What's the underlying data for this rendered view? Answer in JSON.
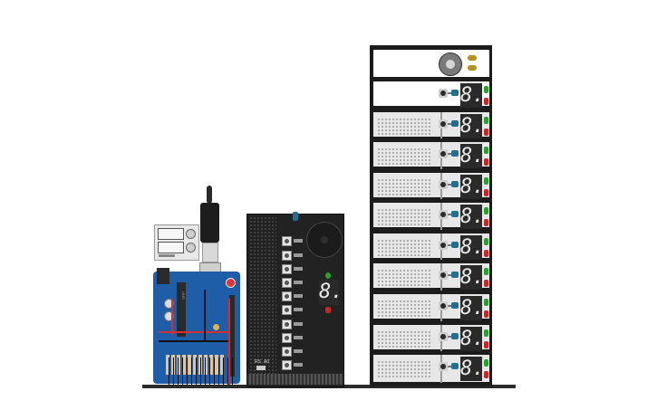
{
  "canvas": {
    "background": "#ffffff"
  },
  "components": {
    "arduino": {
      "name": "UNO",
      "color": "#1e5ea8"
    },
    "lcd_modules": [
      "display-top",
      "display-bottom"
    ],
    "shield": {
      "footer_labels": [
        "RS",
        "A0"
      ]
    },
    "rack": {
      "top_panel": "speaker",
      "displays": [
        "8.",
        "8.",
        "8.",
        "8.",
        "8.",
        "8.",
        "8.",
        "8.",
        "8.",
        "8."
      ],
      "led_colors": {
        "green": "#27a32b",
        "red": "#c62828"
      }
    },
    "middle_board": {
      "display_value": "8."
    }
  },
  "colors": {
    "breadboard_dark": "#1c1c1c",
    "module_bg": "#e7e7e7",
    "button_cap": "#1f6f93",
    "wire_red": "#d32f2f"
  }
}
